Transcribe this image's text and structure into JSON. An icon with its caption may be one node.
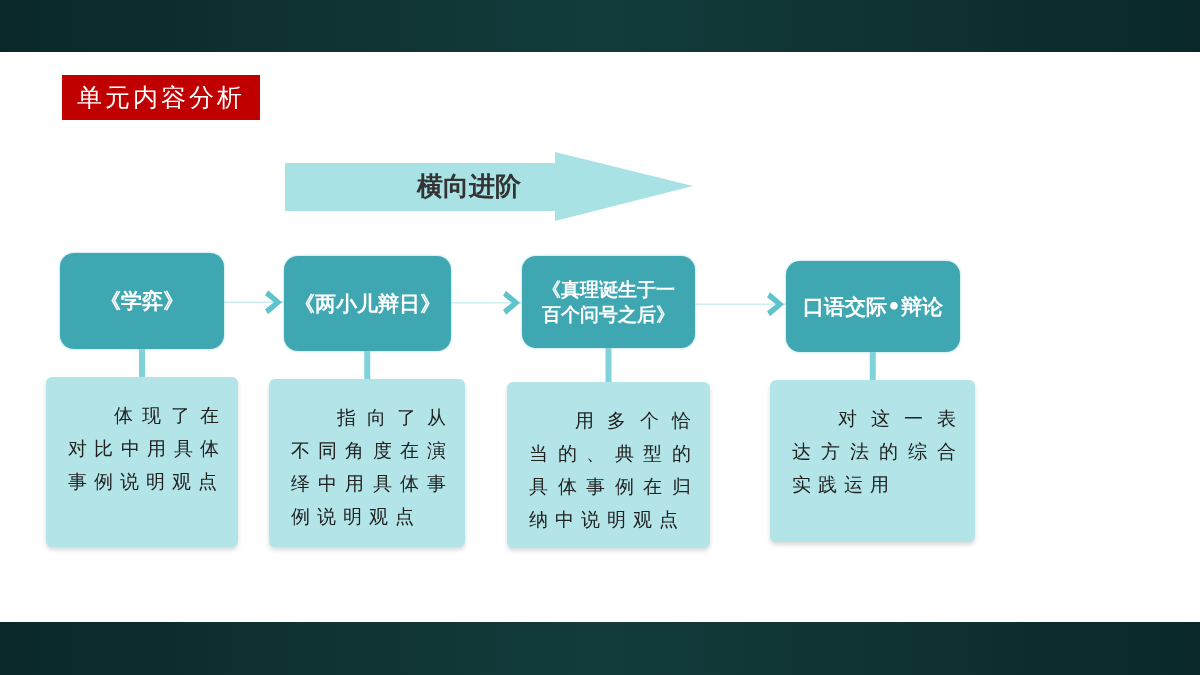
{
  "diagram": {
    "title": "单元内容分析",
    "nodes": [
      {
        "text": [
          "横向进阶"
        ]
      },
      {
        "text": [
          "《学弈》"
        ]
      },
      {
        "text": [
          "《两小儿辩日》"
        ]
      },
      {
        "text": [
          "《真理诞生于一百个问号之后》"
        ]
      },
      {
        "text": [
          "口语交际•辩论"
        ]
      },
      {
        "text": [
          "体现了在对比中用具体事例说明观点"
        ]
      },
      {
        "text": [
          "指向了从不同角度在演绎中用具体事例说明观点"
        ]
      },
      {
        "text": [
          "用多个恰当的、典型的具体事例在归纳中说明观点"
        ]
      },
      {
        "text": [
          "对这一表达方法的综合实践运用"
        ]
      }
    ],
    "edges": [
      {
        "from": 1,
        "to": 2,
        "arrow": "to"
      },
      {
        "from": 2,
        "to": 3,
        "arrow": "to"
      },
      {
        "from": 3,
        "to": 4,
        "arrow": "to"
      },
      {
        "from": 1,
        "to": 5,
        "arrow": "none"
      },
      {
        "from": 2,
        "to": 6,
        "arrow": "none"
      },
      {
        "from": 3,
        "to": 7,
        "arrow": "none"
      },
      {
        "from": 4,
        "to": 8,
        "arrow": "none"
      }
    ]
  }
}
